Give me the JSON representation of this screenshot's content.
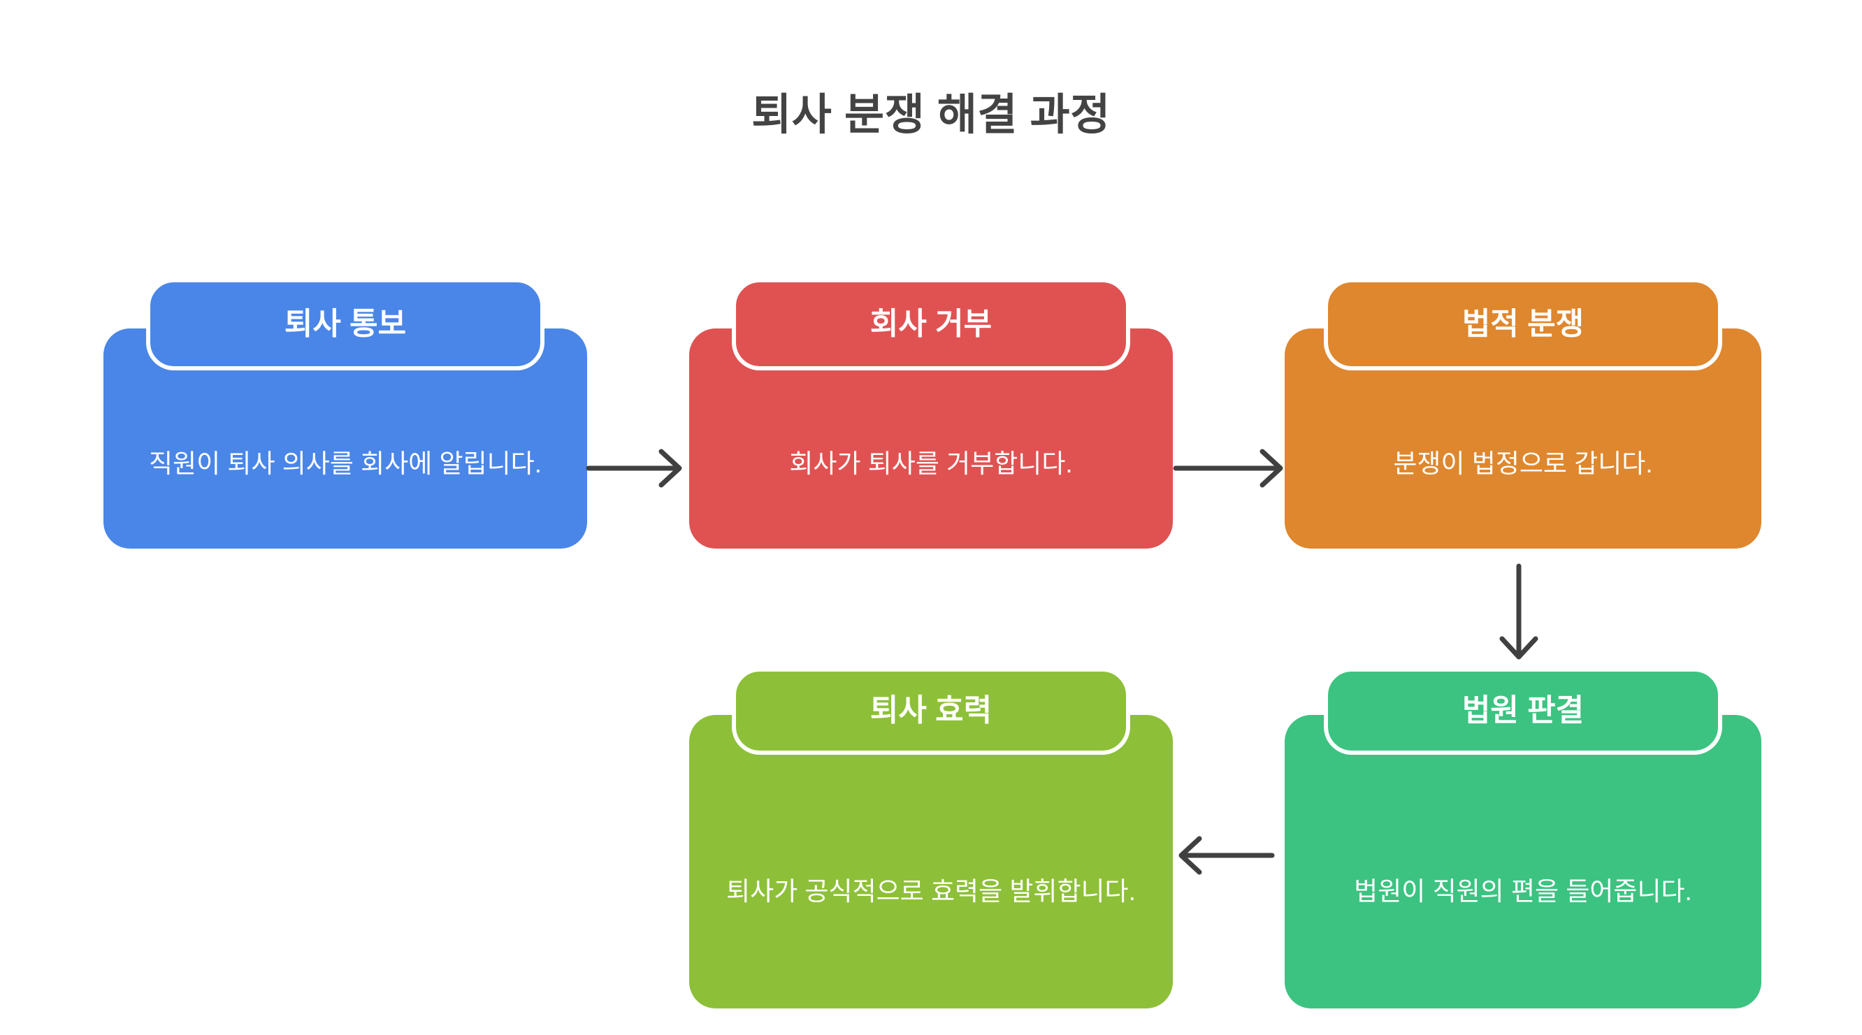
{
  "title": "퇴사 분쟁 해결 과정",
  "diagram": {
    "type": "flowchart",
    "background_color": "#ffffff",
    "title_color": "#434343",
    "arrow_color": "#404040",
    "nodes": [
      {
        "id": "node-1",
        "header": "퇴사 통보",
        "body": "직원이 퇴사 의사를 회사에 알립니다.",
        "color": "#4a86e8",
        "row": 1,
        "order": 1
      },
      {
        "id": "node-2",
        "header": "회사 거부",
        "body": "회사가 퇴사를 거부합니다.",
        "color": "#e05252",
        "row": 1,
        "order": 2
      },
      {
        "id": "node-3",
        "header": "법적 분쟁",
        "body": "분쟁이 법정으로 갑니다.",
        "color": "#df872e",
        "row": 1,
        "order": 3
      },
      {
        "id": "node-4",
        "header": "법원 판결",
        "body": "법원이 직원의 편을 들어줍니다.",
        "color": "#3cc381",
        "row": 2,
        "order": 4
      },
      {
        "id": "node-5",
        "header": "퇴사 효력",
        "body": "퇴사가 공식적으로 효력을 발휘합니다.",
        "color": "#8dc038",
        "row": 2,
        "order": 5
      }
    ],
    "connectors": [
      {
        "id": "arrow-1",
        "from": "node-1",
        "to": "node-2",
        "direction": "right"
      },
      {
        "id": "arrow-2",
        "from": "node-2",
        "to": "node-3",
        "direction": "right"
      },
      {
        "id": "arrow-3",
        "from": "node-3",
        "to": "node-4",
        "direction": "down"
      },
      {
        "id": "arrow-4",
        "from": "node-4",
        "to": "node-5",
        "direction": "left"
      }
    ]
  }
}
